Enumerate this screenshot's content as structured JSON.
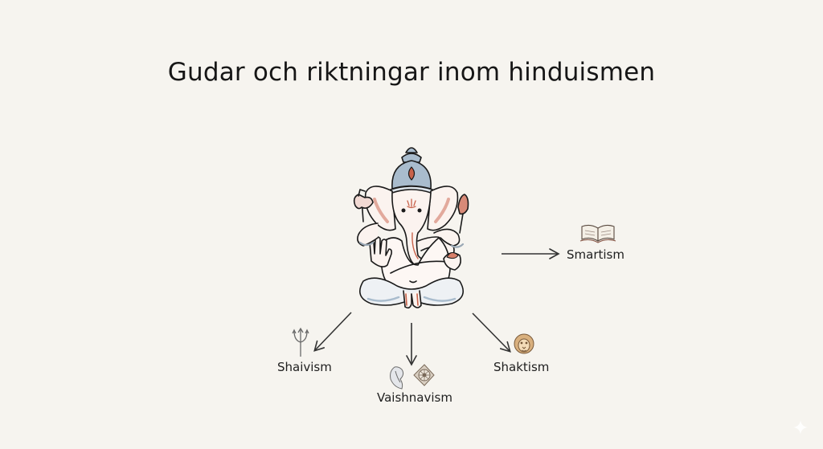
{
  "title": "Gudar och riktningar inom hinduismen",
  "center": {
    "figure": "ganesha-illustration",
    "description": "Seated four-armed elephant-headed deity drawing"
  },
  "branches": [
    {
      "label": "Smartism",
      "icon": "open-book-icon",
      "direction": "right"
    },
    {
      "label": "Shaivism",
      "icon": "trident-icon",
      "direction": "down-left"
    },
    {
      "label": "Vaishnavism",
      "icons": [
        "conch-shell-icon",
        "chakra-wheel-icon"
      ],
      "direction": "down"
    },
    {
      "label": "Shaktism",
      "icon": "lion-icon",
      "direction": "down-right"
    }
  ],
  "colors": {
    "background": "#f6f4ef",
    "ink": "#1c1c1c",
    "crown_blue": "#a9bccd",
    "skin_pink": "#efc9c0",
    "accent_red": "#c8624a",
    "lion_tan": "#d9b07e"
  }
}
